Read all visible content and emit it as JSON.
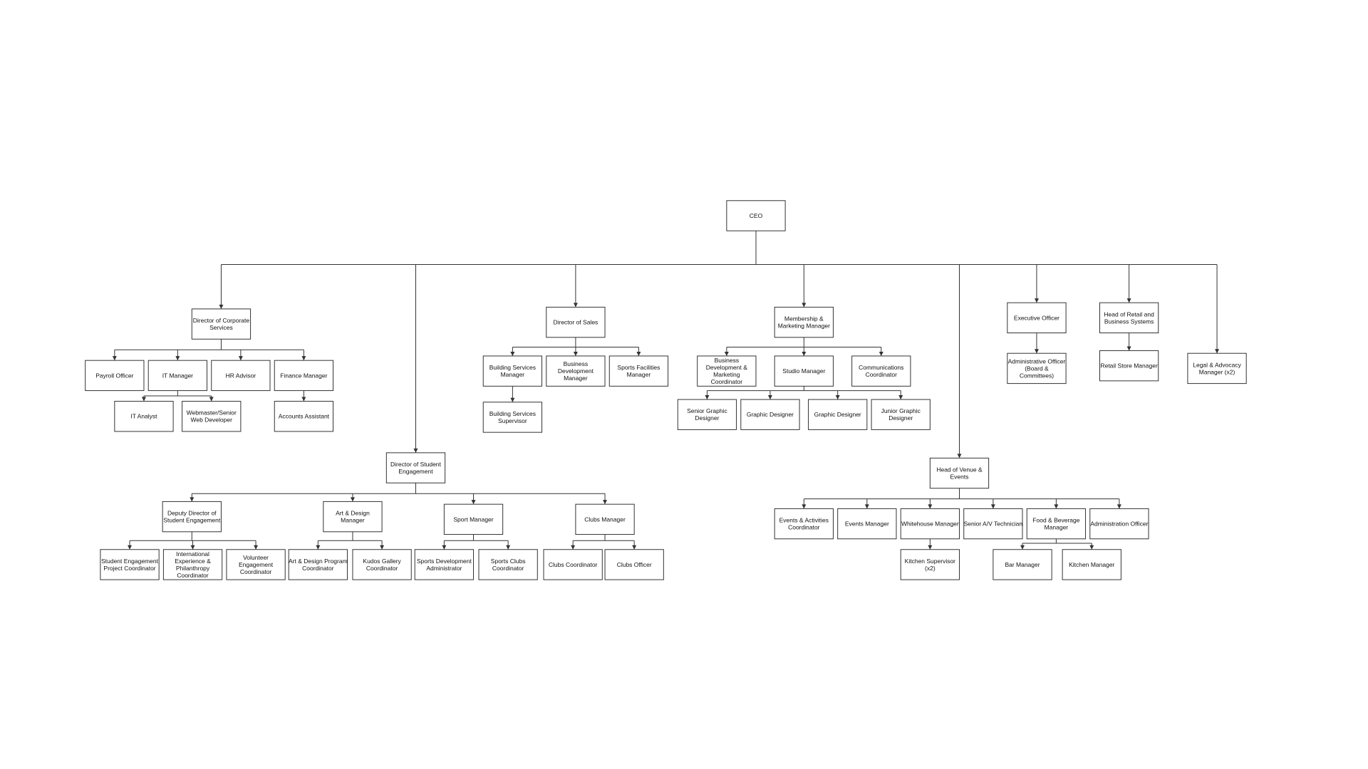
{
  "org_chart": {
    "ceo": "CEO",
    "roles": {
      "dcs": "Director of Corporate Services",
      "payroll": "Payroll Officer",
      "itm": "IT Manager",
      "hr": "HR Advisor",
      "fin": "Finance Manager",
      "ita": "IT Analyst",
      "web": "Webmaster/Senior Web Developer",
      "acc": "Accounts Assistant",
      "dse": "Director of Student Engagement",
      "ddse": "Deputy Director of Student Engagement",
      "seprj": "Student Engagement Project Coordinator",
      "iepc": "International Experience & Philanthropy Coordinator",
      "vec": "Volunteer Engagement Coordinator",
      "adm": "Art & Design Manager",
      "adpc": "Art & Design Program Coordinator",
      "kgc": "Kudos Gallery Coordinator",
      "spm": "Sport Manager",
      "sda": "Sports Development Administrator",
      "scc": "Sports Clubs Coordinator",
      "clm": "Clubs Manager",
      "clc": "Clubs Coordinator",
      "clo": "Clubs Officer",
      "dos": "Director of Sales",
      "bsm": "Building Services Manager",
      "bdm": "Business Development Manager",
      "sfm": "Sports Facilities Manager",
      "bss": "Building Services Supervisor",
      "mmm": "Membership & Marketing Manager",
      "bdmc": "Business Development & Marketing Coordinator",
      "stm": "Studio Manager",
      "cc": "Communications Coordinator",
      "sgd": "Senior Graphic Designer",
      "gd1": "Graphic Designer",
      "gd2": "Graphic Designer",
      "jgd": "Junior Graphic Designer",
      "hve": "Head of Venue & Events",
      "eac": "Events & Activities Coordinator",
      "evm": "Events Manager",
      "whm": "Whitehouse Manager",
      "savt": "Senior A/V Technician",
      "fbm": "Food & Beverage Manager",
      "ado": "Administration Officer",
      "ks": "Kitchen Supervisor (x2)",
      "bm": "Bar Manager",
      "km": "Kitchen Manager",
      "eo": "Executive Officer",
      "aobc": "Administrative Officer (Board & Committees)",
      "hrbs": "Head of Retail and Business Systems",
      "rsm": "Retail Store Manager",
      "lam": "Legal & Advocacy Manager (x2)"
    }
  }
}
